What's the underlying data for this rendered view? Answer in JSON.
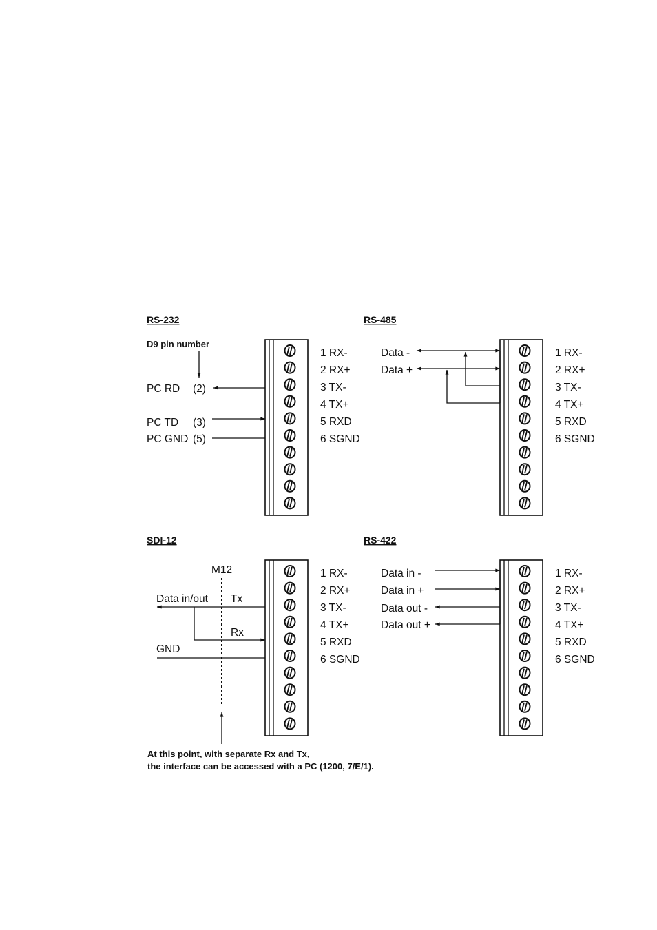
{
  "panels": {
    "rs232": {
      "title": "RS-232",
      "pin_note": "D9 pin number",
      "signals": [
        {
          "name": "PC RD",
          "pin": "(2)"
        },
        {
          "name": "PC TD",
          "pin": "(3)"
        },
        {
          "name": "PC GND",
          "pin": "(5)"
        }
      ]
    },
    "rs485": {
      "title": "RS-485",
      "signals": [
        "Data -",
        "Data +"
      ]
    },
    "sdi12": {
      "title": "SDI-12",
      "m12": "M12",
      "data_inout": "Data in/out",
      "tx": "Tx",
      "rx": "Rx",
      "gnd": "GND"
    },
    "rs422": {
      "title": "RS-422",
      "signals": [
        "Data in -",
        "Data in +",
        "Data out -",
        "Data out +"
      ]
    }
  },
  "terminals": [
    "1 RX-",
    "2 RX+",
    "3 TX-",
    "4 TX+",
    "5 RXD",
    "6 SGND"
  ],
  "terminal_screw_count": 10,
  "footnote": [
    "At this point, with separate Rx and Tx,",
    "the interface can be accessed with a PC (1200, 7/E/1)."
  ]
}
